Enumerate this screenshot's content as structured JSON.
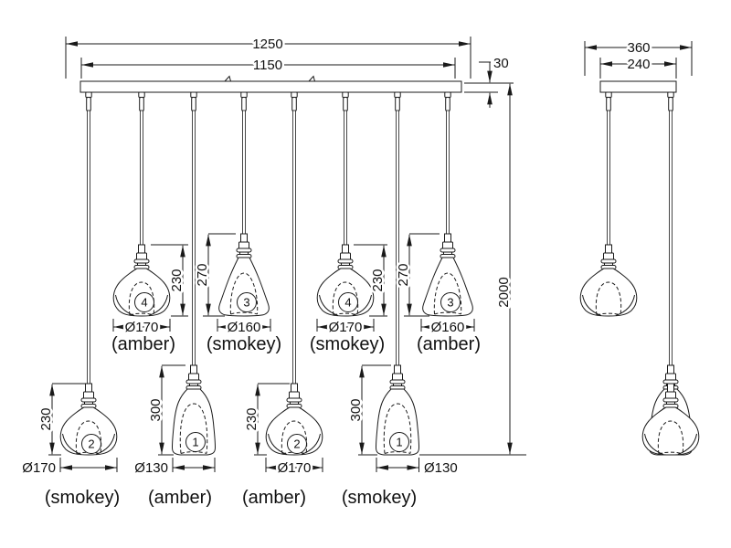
{
  "front_view": {
    "dims": {
      "overall_width": "1250",
      "rail_width": "1150",
      "rail_height": "30",
      "drop": "2000"
    },
    "pendants": [
      {
        "num": "2",
        "height": "230",
        "diameter": "Ø170",
        "color_label": "(smokey)"
      },
      {
        "num": "4",
        "height": "230",
        "diameter": "Ø170",
        "color_label": "(amber)"
      },
      {
        "num": "1",
        "height": "300",
        "diameter": "Ø130",
        "color_label": "(amber)"
      },
      {
        "num": "3",
        "height": "270",
        "diameter": "Ø160",
        "color_label": "(smokey)"
      },
      {
        "num": "2",
        "height": "230",
        "diameter": "Ø170",
        "color_label": "(amber)"
      },
      {
        "num": "4",
        "height": "230",
        "diameter": "Ø170",
        "color_label": "(smokey)"
      },
      {
        "num": "1",
        "height": "300",
        "diameter": "Ø130",
        "color_label": "(smokey)"
      },
      {
        "num": "3",
        "height": "270",
        "diameter": "Ø160",
        "color_label": "(amber)"
      }
    ]
  },
  "side_view": {
    "dims": {
      "overall_width": "360",
      "canopy_width": "240"
    }
  },
  "colors": {
    "line": "#1a1a1a",
    "background": "#ffffff"
  }
}
